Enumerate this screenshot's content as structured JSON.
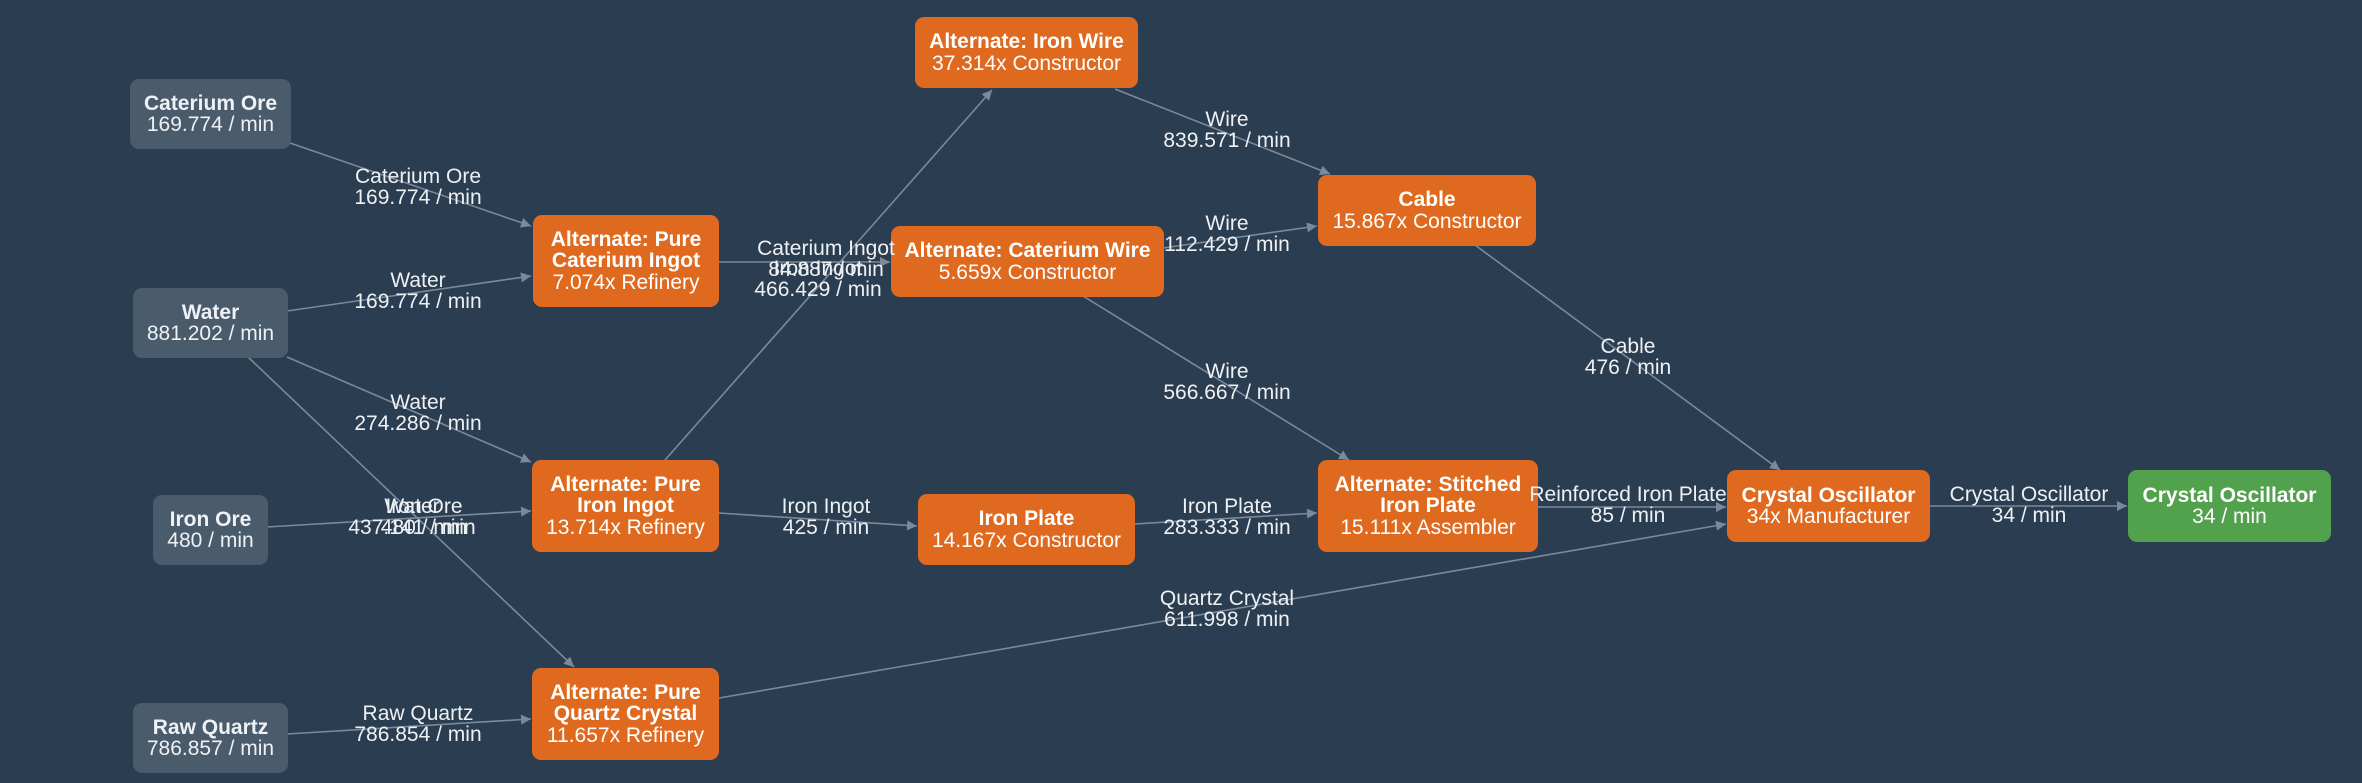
{
  "colors": {
    "background": "#2b3d50",
    "input_node": "#4a5b6b",
    "recipe_node": "#df6a1f",
    "output_node": "#52a24d",
    "edge": "#7a8a9b"
  },
  "nodes": {
    "caterium_ore": {
      "title": "Caterium Ore",
      "sub": "169.774 / min"
    },
    "water": {
      "title": "Water",
      "sub": "881.202 / min"
    },
    "iron_ore": {
      "title": "Iron Ore",
      "sub": "480 / min"
    },
    "raw_quartz": {
      "title": "Raw Quartz",
      "sub": "786.857 / min"
    },
    "pure_caterium_ingot": {
      "title": "Alternate: Pure\nCaterium Ingot",
      "sub": "7.074x Refinery"
    },
    "pure_iron_ingot": {
      "title": "Alternate: Pure\nIron Ingot",
      "sub": "13.714x Refinery"
    },
    "pure_quartz_crystal": {
      "title": "Alternate: Pure\nQuartz Crystal",
      "sub": "11.657x Refinery"
    },
    "iron_wire": {
      "title": "Alternate: Iron Wire",
      "sub": "37.314x Constructor"
    },
    "caterium_wire": {
      "title": "Alternate: Caterium Wire",
      "sub": "5.659x Constructor"
    },
    "iron_plate": {
      "title": "Iron Plate",
      "sub": "14.167x Constructor"
    },
    "cable": {
      "title": "Cable",
      "sub": "15.867x Constructor"
    },
    "stitched_iron_plate": {
      "title": "Alternate: Stitched\nIron Plate",
      "sub": "15.111x Assembler"
    },
    "crystal_oscillator_mfg": {
      "title": "Crystal Oscillator",
      "sub": "34x Manufacturer"
    },
    "crystal_oscillator_out": {
      "title": "Crystal Oscillator",
      "sub": "34 / min"
    }
  },
  "edges": {
    "caterium_ore_to_ingot": {
      "item": "Caterium Ore",
      "rate": "169.774 / min"
    },
    "water_to_caterium_ingot": {
      "item": "Water",
      "rate": "169.774 / min"
    },
    "water_to_iron_ingot": {
      "item": "Water",
      "rate": "274.286 / min"
    },
    "water_to_quartz": {
      "item": "Water",
      "rate": "437.141 / min"
    },
    "iron_ore_to_iron_ingot": {
      "item": "Iron Ore",
      "rate": "480 / min"
    },
    "raw_quartz_to_quartz": {
      "item": "Raw Quartz",
      "rate": "786.854 / min"
    },
    "caterium_ingot_to_wire": {
      "item": "Caterium Ingot",
      "rate": "84.887 / min"
    },
    "iron_ingot_to_iron_wire": {
      "item": "Iron Ingot",
      "rate": "466.429 / min"
    },
    "iron_ingot_to_plate": {
      "item": "Iron Ingot",
      "rate": "425 / min"
    },
    "iron_wire_to_cable": {
      "item": "Wire",
      "rate": "839.571 / min"
    },
    "caterium_wire_to_cable": {
      "item": "Wire",
      "rate": "112.429 / min"
    },
    "caterium_wire_to_stitched": {
      "item": "Wire",
      "rate": "566.667 / min"
    },
    "iron_plate_to_stitched": {
      "item": "Iron Plate",
      "rate": "283.333 / min"
    },
    "cable_to_oscillator": {
      "item": "Cable",
      "rate": "476 / min"
    },
    "stitched_to_oscillator": {
      "item": "Reinforced Iron Plate",
      "rate": "85 / min"
    },
    "quartz_to_oscillator": {
      "item": "Quartz Crystal",
      "rate": "611.998 / min"
    },
    "oscillator_to_output": {
      "item": "Crystal Oscillator",
      "rate": "34 / min"
    }
  }
}
